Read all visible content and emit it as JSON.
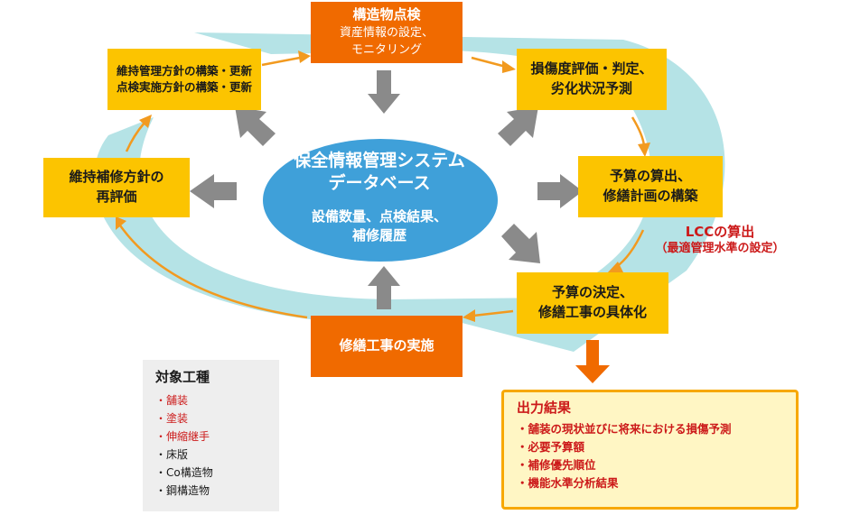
{
  "colors": {
    "cycle_band": "#b5e3e6",
    "yellow_box": "#fcc400",
    "orange_box": "#f06a00",
    "center_ellipse": "#3fa0d9",
    "gray_arrow": "#8a8a8a",
    "flow_arrow": "#f29a1f",
    "note_red": "#cc1a1a"
  },
  "nodes": {
    "inspection": {
      "title": "構造物点検",
      "lines": [
        "資産情報の設定、",
        "モニタリング"
      ]
    },
    "damage": {
      "lines": [
        "損傷度評価・判定、",
        "劣化状況予測"
      ]
    },
    "budget": {
      "lines": [
        "予算の算出、",
        "修繕計画の構築"
      ]
    },
    "decision": {
      "lines": [
        "予算の決定、",
        "修繕工事の具体化"
      ]
    },
    "repair": {
      "lines": [
        "修繕工事の実施"
      ]
    },
    "reeval": {
      "lines": [
        "維持補修方針の",
        "再評価"
      ]
    },
    "policy": {
      "lines": [
        "維持管理方針の構築・更新",
        "点検実施方針の構築・更新"
      ]
    }
  },
  "center": {
    "title_lines": [
      "保全情報管理システム",
      "データベース"
    ],
    "sub_lines": [
      "設備数量、点検結果、",
      "補修履歴"
    ]
  },
  "lcc_note": {
    "line1": "LCCの算出",
    "line2": "（最適管理水準の設定）"
  },
  "work_types": {
    "title": "対象工種",
    "items": [
      {
        "label": "・舗装",
        "color": "#cc1a1a"
      },
      {
        "label": "・塗装",
        "color": "#cc1a1a"
      },
      {
        "label": "・伸縮継手",
        "color": "#cc1a1a"
      },
      {
        "label": "・床版",
        "color": "#1a1a1a"
      },
      {
        "label": "・Co構造物",
        "color": "#1a1a1a"
      },
      {
        "label": "・鋼構造物",
        "color": "#1a1a1a"
      }
    ]
  },
  "output": {
    "title": "出力結果",
    "items": [
      "・舗装の現状並びに将来における損傷予測",
      "・必要予算額",
      "・補修優先順位",
      "・機能水準分析結果"
    ]
  }
}
